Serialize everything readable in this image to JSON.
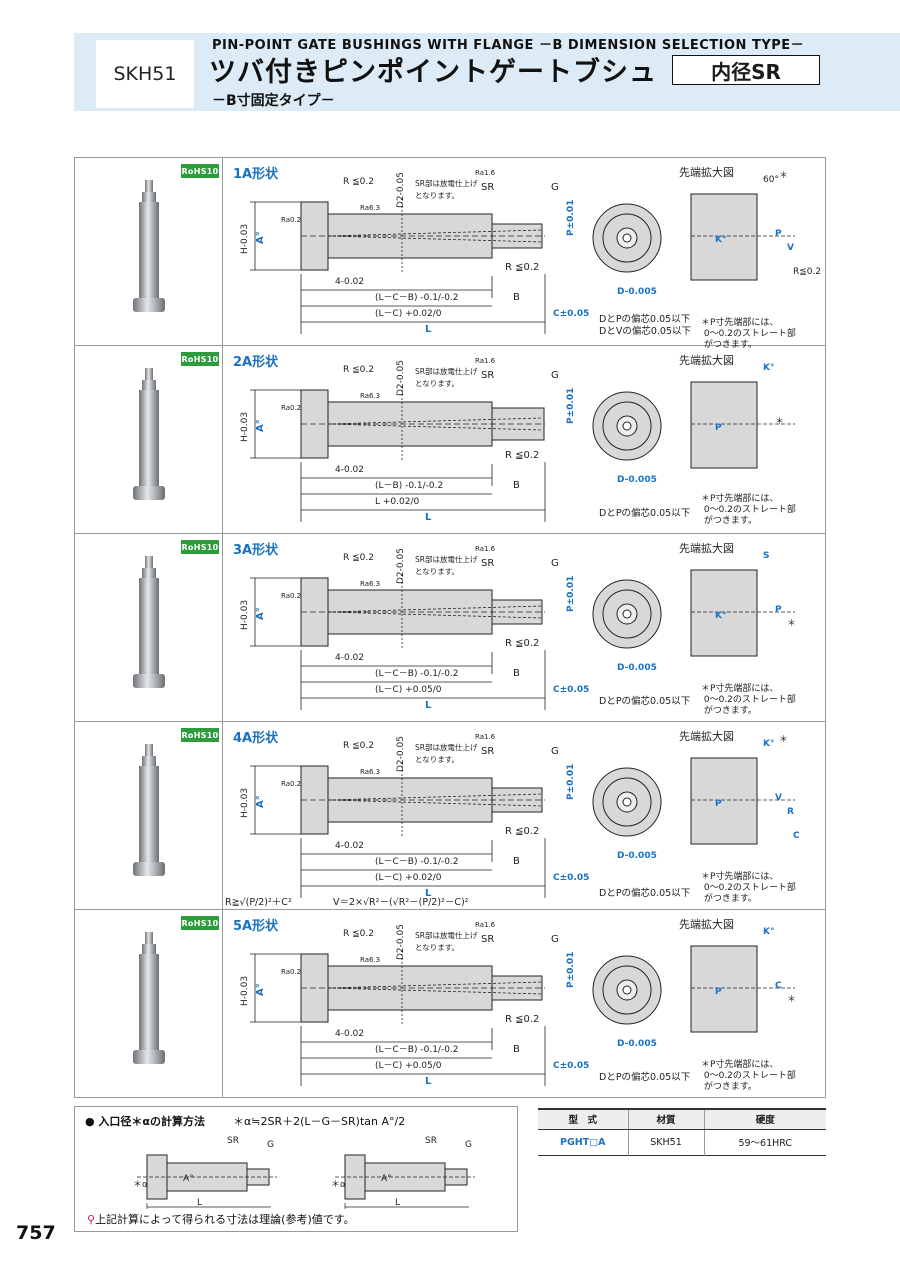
{
  "header": {
    "material": "SKH51",
    "english_title": "PIN-POINT GATE BUSHINGS WITH FLANGE －B DIMENSION SELECTION TYPE－",
    "japanese_title": "ツバ付きピンポイントゲートブシュ",
    "inner_sr": "内径SR",
    "subtitle": "－B寸固定タイプ－"
  },
  "rohs_badge": "RoHS10",
  "zoom_label": "先端拡大図",
  "common_labels": {
    "r_flange": "R ≦0.2",
    "ra63": "Ra6.3",
    "ra16": "Ra1.6",
    "ra02": "Ra0.2",
    "sr_note": "SR部は放電仕上げ\nとなります。",
    "sr": "SR",
    "g": "G",
    "r02": "R ≦0.2",
    "h_tol": "H-0.03",
    "a": "A°",
    "d2": "D2-0.05",
    "four": "4-0.02",
    "b": "B",
    "l": "L",
    "p_tol": "P±0.01",
    "d_tol": "D-0.005",
    "c_tol": "C±0.05",
    "straight_note": "＊P寸先端部には、\n 0～0.2のストレート部\n がつきます。"
  },
  "shapes": [
    {
      "label": "1A形状",
      "dim1": "(L－C－B) -0.1/-0.2",
      "dim2": "(L－C) +0.02/0",
      "eccentricity": "DとPの偏芯0.05以下\nDとVの偏芯0.05以下",
      "zoom": [
        "60°",
        "K°",
        "P",
        "V",
        "R≦0.2",
        "＊"
      ]
    },
    {
      "label": "2A形状",
      "dim1": "(L－B) -0.1/-0.2",
      "dim2": "L +0.02/0",
      "eccentricity": "DとPの偏芯0.05以下",
      "zoom": [
        "K°",
        "P",
        "＊"
      ]
    },
    {
      "label": "3A形状",
      "dim1": "(L－C－B) -0.1/-0.2",
      "dim2": "(L－C) +0.05/0",
      "eccentricity": "DとPの偏芯0.05以下",
      "zoom": [
        "S",
        "K°",
        "P",
        "＊"
      ]
    },
    {
      "label": "4A形状",
      "dim1": "(L－C－B) -0.1/-0.2",
      "dim2": "(L－C) +0.02/0",
      "eccentricity": "DとPの偏芯0.05以下",
      "zoom": [
        "K°",
        "P",
        "V",
        "R",
        "C",
        "＊"
      ]
    },
    {
      "label": "5A形状",
      "dim1": "(L－C－B) -0.1/-0.2",
      "dim2": "(L－C) +0.05/0",
      "eccentricity": "DとPの偏芯0.05以下",
      "zoom": [
        "K°",
        "P",
        "C",
        "＊"
      ]
    }
  ],
  "formula_4a": {
    "f1": "R≧√(P/2)²＋C²",
    "f2": "V＝2×√R²－(√R²－(P/2)²－C)²"
  },
  "calc": {
    "title": "● 入口径＊αの計算方法",
    "formula": "＊α≒2SR＋2(L－G－SR)tan A°/2",
    "note": "上記計算によって得られる寸法は理論(参考)値です。",
    "labels": [
      "SR",
      "G",
      "＊α",
      "A°",
      "L"
    ]
  },
  "spec_table": {
    "headers": [
      "型　式",
      "材質",
      "硬度"
    ],
    "row": [
      "PGHT□A",
      "SKH51",
      "59～61HRC"
    ]
  },
  "page_number": "757",
  "colors": {
    "accent": "#1b72c4",
    "rohs": "#2e9c3b",
    "header_bg": "#ddebf6"
  }
}
